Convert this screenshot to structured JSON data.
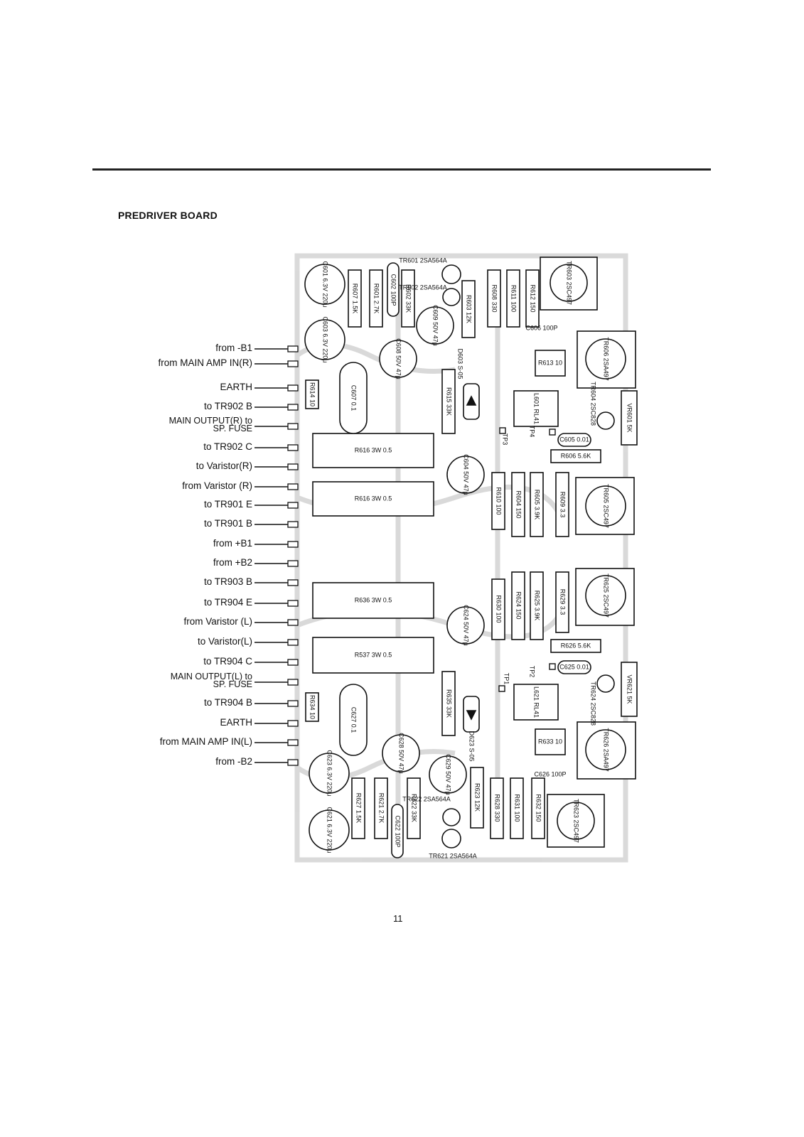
{
  "page": {
    "title": "PREDRIVER BOARD",
    "page_number": "11"
  },
  "connections": [
    "from -B1",
    "from MAIN AMP IN(R)",
    "EARTH",
    "to TR902 B",
    "MAIN OUTPUT(R) to SP. FUSE",
    "to TR902 C",
    "to Varistor(R)",
    "from Varistor (R)",
    "to TR901 E",
    "to TR901 B",
    "from +B1",
    "from +B2",
    "to TR903 B",
    "to TR904 E",
    "from Varistor (L)",
    "to Varistor(L)",
    "to TR904 C",
    "MAIN OUTPUT(L) to SP. FUSE",
    "to TR904 B",
    "EARTH",
    "from MAIN AMP IN(L)",
    "from -B2"
  ],
  "components": {
    "c601": "C601 6.3V 220μ",
    "c603": "C603 6.3V 220μ",
    "r607": "R607 1.5K",
    "r601": "R601 2.7K",
    "c602": "C602 100P",
    "r602": "R602 33K",
    "tr601": "TR601 2SA564A",
    "tr602": "TR602 2SA564A",
    "r603": "R603 12K",
    "r608": "R608 330",
    "r611": "R611 100",
    "r612": "R612 150",
    "tr603": "TR603 2SC497",
    "c606": "C606 100P",
    "c609": "C609 50V 47μ",
    "c608": "C608 50V 47μ",
    "d603": "D603 S-05",
    "r613": "R613 10",
    "tr606": "TR606 2SA497",
    "r614": "R614 10",
    "c607": "C607 0.1",
    "r615": "R615 33K",
    "l601": "L601 RL41",
    "tr604": "TR604 2SC828",
    "vr601": "VR601 5K",
    "tp4": "TP4",
    "tp3": "TP3",
    "c605": "C605 0.01",
    "r606": "R606 5.6K",
    "r616a": "R616 3W 0.5",
    "r616b": "R616 3W 0.5",
    "c604": "C604 50V 47μ",
    "r610": "R610 100",
    "r604": "R604 150",
    "r605": "R605 3.9K",
    "r609": "R609 3.3",
    "tr605": "TR605 2SC497",
    "r636": "R636 3W 0.5",
    "r630": "R630 100",
    "r624": "R624 150",
    "r625": "R625 3.9K",
    "r629": "R629 3.3",
    "tr625": "TR625 2SC497",
    "c624": "C624 50V 47μ",
    "r626": "R626 5.6K",
    "r537": "R537 3W 0.5",
    "tp1": "TP1",
    "tp2": "TP2",
    "c625": "C625 0.01",
    "vr621": "VR621 5K",
    "l621": "L621 RL41",
    "tr624": "TR624 2SC828",
    "r634": "R634 10",
    "c627": "C627 0.1",
    "r635": "R635 33K",
    "d623": "D623 S-05",
    "r633": "R633 10",
    "tr626": "TR626 2SA497",
    "c628": "C628 50V 47μ",
    "c629": "C629 50V 47μ",
    "c626": "C626 100P",
    "c623": "C623 6.3V 220μ",
    "c621": "C621 6.3V 220μ",
    "r627": "R627 1.5K",
    "r621": "R621 2.7K",
    "c622": "C622 100P",
    "r622": "R622 33K",
    "tr622": "TR622 2SA564A",
    "tr621": "TR621 2SA564A",
    "r623": "R623 12K",
    "r628": "R628 330",
    "r631": "R631 100",
    "r632": "R632 150",
    "tr623": "TR623 2SC497"
  }
}
